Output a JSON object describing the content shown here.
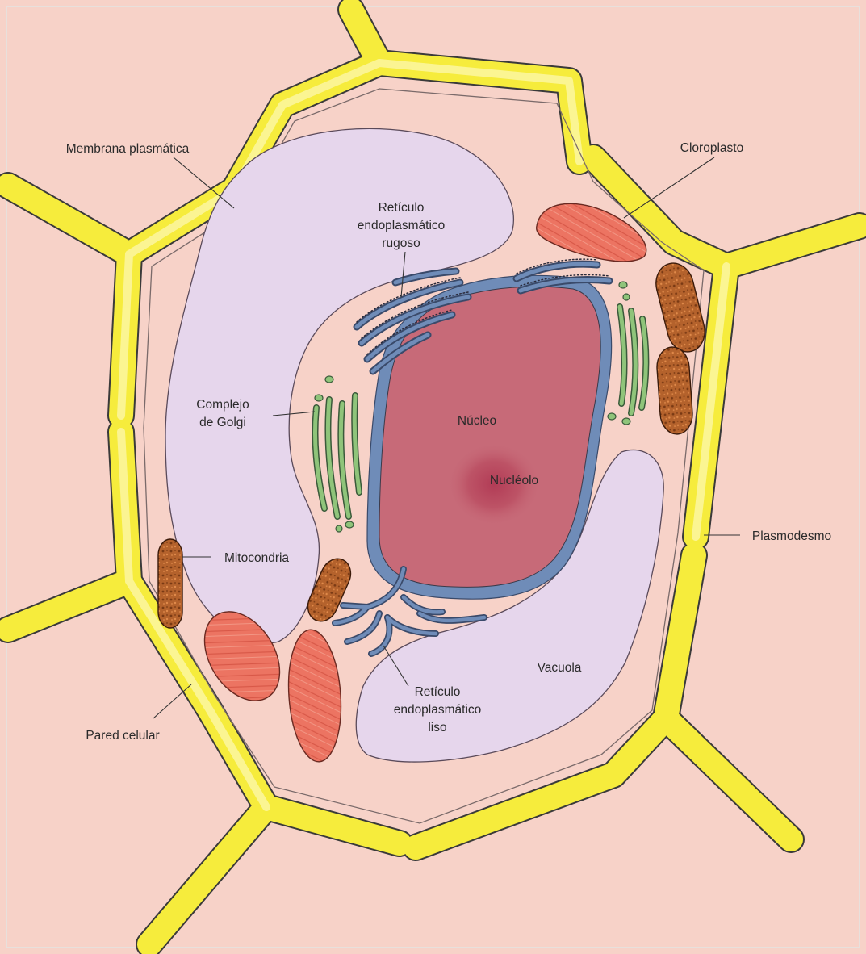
{
  "diagram": {
    "labels": {
      "membrana_plasmatica": "Membrana plasmática",
      "cloroplasto": "Cloroplasto",
      "reticulo_rugoso": [
        "Retículo",
        "endoplasmático",
        "rugoso"
      ],
      "complejo_golgi": [
        "Complejo",
        "de Golgi"
      ],
      "nucleo": "Núcleo",
      "nucleolo": "Nucléolo",
      "plasmodesmo": "Plasmodesmo",
      "mitocondria": "Mitocondria",
      "vacuola": "Vacuola",
      "reticulo_liso": [
        "Retículo",
        "endoplasmático",
        "liso"
      ],
      "pared_celular": "Pared celular"
    },
    "colors": {
      "cytoplasm": "#f7d2c8",
      "cell_wall": "#f6ec3c",
      "vacuole": "#e6d6ec",
      "nucleus": "#c76a78",
      "nuclear_envelope": "#6f8cb8",
      "chloroplast": "#ec7462",
      "mitochondrion": "#b4622c",
      "golgi": "#8fc47a",
      "outline": "#3a3a3a"
    }
  }
}
